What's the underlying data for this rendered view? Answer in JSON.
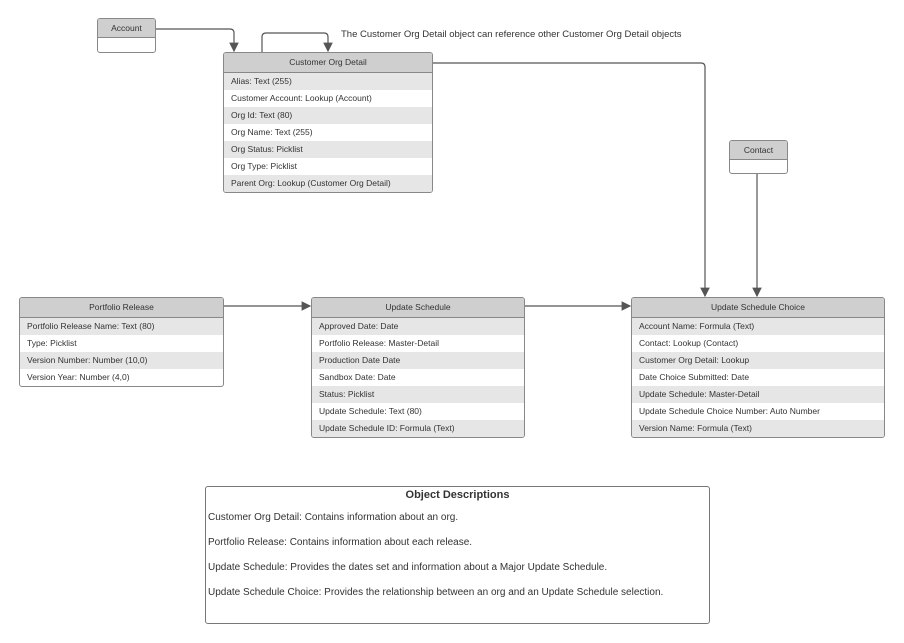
{
  "note": "The Customer Org Detail object can reference other Customer Org Detail objects",
  "account": {
    "title": "Account"
  },
  "contact": {
    "title": "Contact"
  },
  "customer_org_detail": {
    "title": "Customer Org Detail",
    "fields": [
      "Alias: Text (255)",
      "Customer Account: Lookup (Account)",
      "Org Id: Text (80)",
      "Org Name: Text (255)",
      "Org Status: Picklist",
      "Org Type: Picklist",
      "Parent Org: Lookup (Customer Org Detail)"
    ]
  },
  "portfolio_release": {
    "title": "Portfolio Release",
    "fields": [
      "Portfolio Release Name: Text (80)",
      "Type: Picklist",
      "Version Number: Number (10,0)",
      "Version Year: Number (4,0)"
    ]
  },
  "update_schedule": {
    "title": "Update Schedule",
    "fields": [
      "Approved Date: Date",
      "Portfolio Release: Master-Detail",
      "Production Date  Date",
      "Sandbox Date: Date",
      "Status: Picklist",
      "Update Schedule: Text (80)",
      "Update Schedule ID: Formula (Text)"
    ]
  },
  "update_schedule_choice": {
    "title": "Update Schedule Choice",
    "fields": [
      "Account Name: Formula (Text)",
      "Contact: Lookup (Contact)",
      "Customer Org Detail: Lookup",
      "Date Choice Submitted: Date",
      "Update Schedule: Master-Detail",
      "Update Schedule Choice Number: Auto Number",
      "Version Name: Formula (Text)"
    ]
  },
  "descriptions": {
    "title": "Object Descriptions",
    "items": [
      "Customer Org Detail: Contains information about an org.",
      "Portfolio Release: Contains information about each release.",
      "Update Schedule: Provides the dates set and information about a Major Update Schedule.",
      "Update Schedule Choice: Provides the relationship between an org and an Update Schedule selection."
    ]
  }
}
